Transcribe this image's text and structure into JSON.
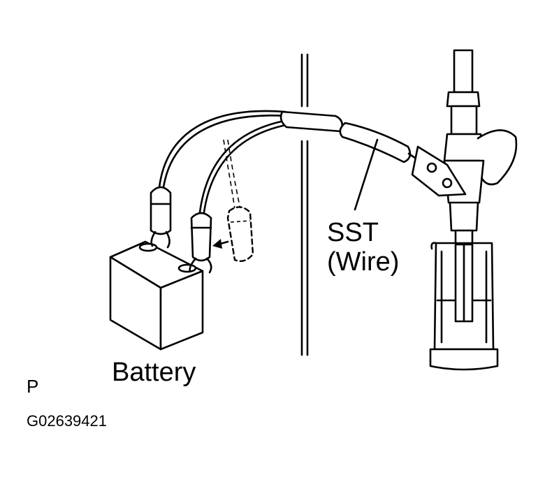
{
  "labels": {
    "battery": "Battery",
    "sst_line1": "SST",
    "sst_line2": "(Wire)",
    "view_letter": "P",
    "figure_id": "G02639421"
  },
  "colors": {
    "ink": "#000000",
    "paper": "#ffffff"
  }
}
